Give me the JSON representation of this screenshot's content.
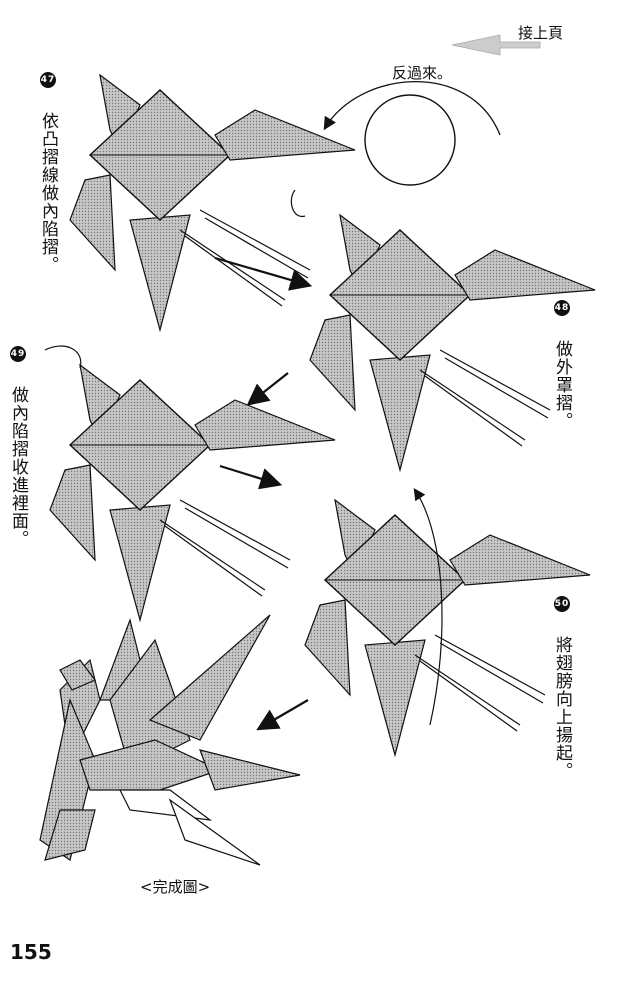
{
  "header": {
    "continue_label": "接上頁"
  },
  "steps": [
    {
      "number": "47",
      "text": "依凸摺線做內陷摺。"
    },
    {
      "number": "48",
      "text": "做外罩摺。"
    },
    {
      "number": "49",
      "text": "做內陷摺收進裡面。"
    },
    {
      "number": "50",
      "text": "將翅膀向上揚起。"
    }
  ],
  "annotations": {
    "turn_over": "反過來。"
  },
  "caption": "<完成圖>",
  "page_number": "155",
  "colors": {
    "paper_fill": "#b4b4b4",
    "ink": "#111111"
  }
}
